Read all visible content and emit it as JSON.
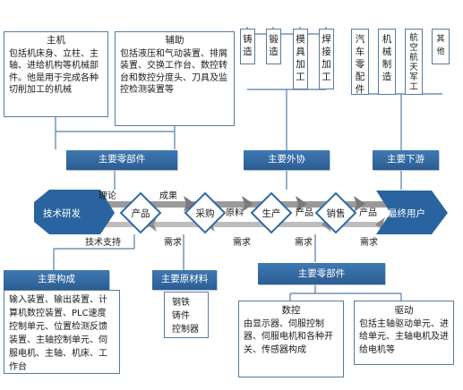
{
  "left": {
    "main_title": "主机",
    "main_body": "包括机床身、立柱、主轴、进给机构等机械部件。他是用于完成各种切削加工的机械",
    "aux_title": "辅助",
    "aux_body": "包括液压和气动装置、排屑装置、交换工作台、数控转台和数控分度头、刀具及监控检测装置等",
    "band": "主要零部件"
  },
  "outsource": {
    "items": [
      "铸造",
      "锻造",
      "模具加工",
      "焊接加工"
    ],
    "band": "主要外协"
  },
  "downstream": {
    "items": [
      "汽车零配件",
      "机械制造",
      "航空航天军工",
      "其他"
    ],
    "band": "主要下游"
  },
  "flow": {
    "start": "技术研发",
    "end": "最终用户",
    "theory": "理论",
    "product1": "产品",
    "result": "成果",
    "purchase": "采购",
    "raw_material": "原料",
    "production": "生产",
    "product2": "产品",
    "sales": "销售",
    "product3": "产品",
    "tech_support": "技术支持",
    "demand1": "需求",
    "demand2": "需求",
    "demand3": "需求",
    "demand4": "需求"
  },
  "bottom": {
    "composition_band": "主要构成",
    "composition_body": "输入装置、输出装置、计算机数控装置、PLC速度控制单元、位置检测反馈装置、主轴控制单元、伺服电机、主轴、机床、工作台",
    "raw_band": "主要原材料",
    "raw_items": [
      "钢铁",
      "铸件",
      "控制器"
    ],
    "parts_band": "主要零部件",
    "cnc_title": "数控",
    "cnc_body": "由显示器、伺服控制器、伺服电机和各种开关、传感器构成",
    "drive_title": "驱动",
    "drive_body": "包括主轴驱动单元、进给单元、主轴电机及进给电机等"
  },
  "colors": {
    "band": "#2c5d92",
    "flow": "#8a8a8a",
    "diamond": "#2f6aa6",
    "border": "#5a7a9a"
  }
}
